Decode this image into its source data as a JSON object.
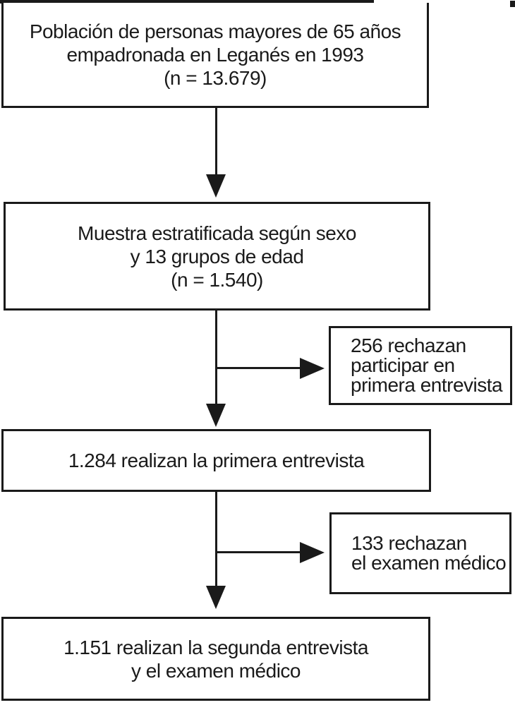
{
  "colors": {
    "ink": "#1a1a1a",
    "paper": "#ffffff"
  },
  "flowchart": {
    "main_boxes": [
      {
        "name": "population",
        "lines": [
          "Población de personas mayores de 65 años",
          "empadronada en Leganés en 1993",
          "(n = 13.679)"
        ]
      },
      {
        "name": "stratified-sample",
        "lines": [
          "Muestra estratificada según sexo",
          "y 13 grupos de edad",
          "(n = 1.540)"
        ]
      },
      {
        "name": "first-interview",
        "lines": [
          "1.284 realizan la primera entrevista"
        ]
      },
      {
        "name": "second-interview",
        "lines": [
          "1.151 realizan la segunda entrevista",
          "y el examen médico"
        ]
      }
    ],
    "exclusion_boxes": [
      {
        "name": "refuse-first-interview",
        "lines": [
          "256 rechazan",
          "participar en",
          "primera entrevista"
        ]
      },
      {
        "name": "refuse-medical-exam",
        "lines": [
          "133 rechazan",
          "el examen médico"
        ]
      }
    ]
  }
}
